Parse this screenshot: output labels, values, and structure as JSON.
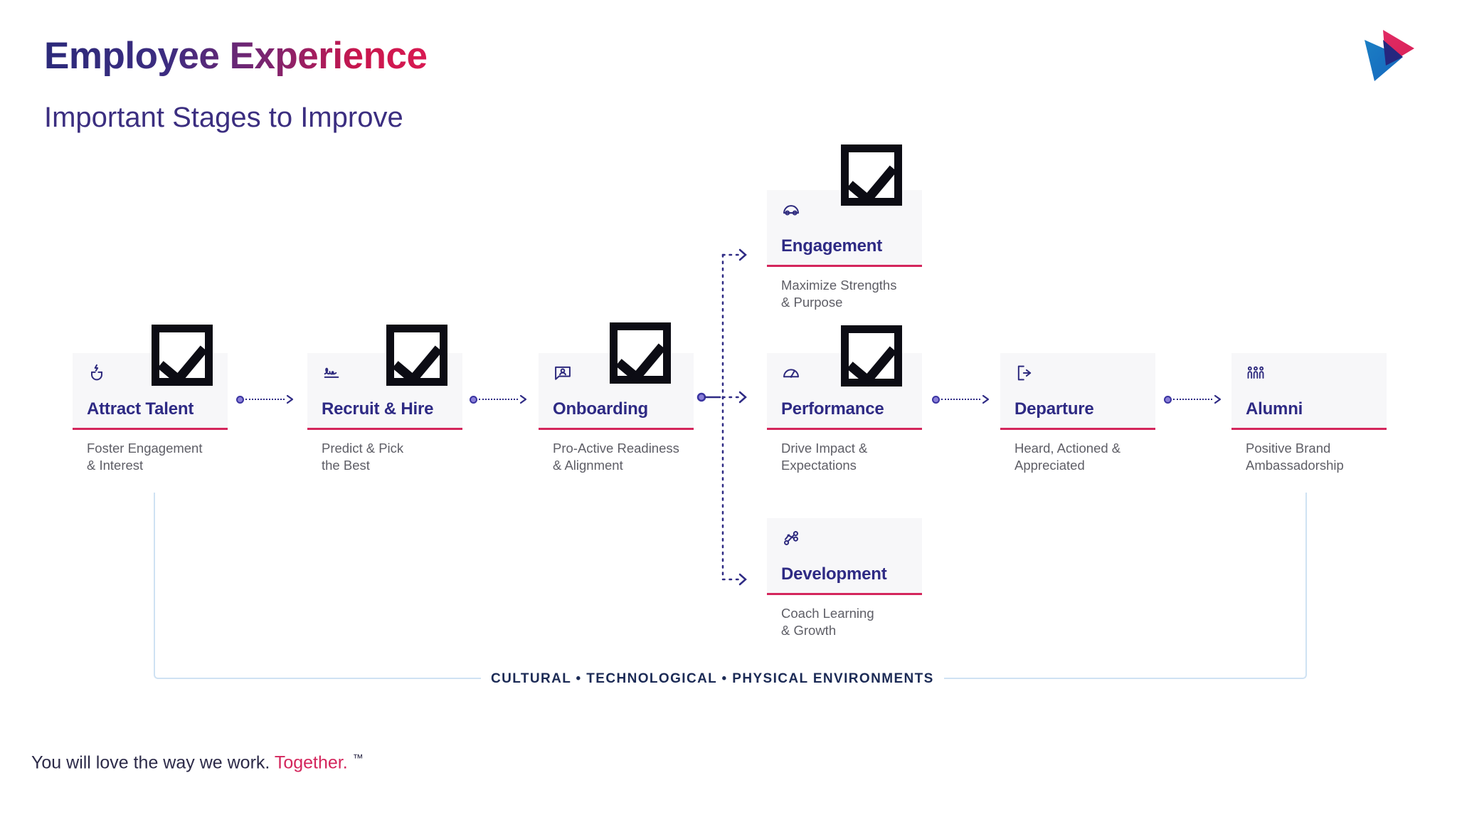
{
  "header": {
    "title": "Employee Experience",
    "subtitle": "Important Stages to Improve",
    "logo_name": "triangle-play-logo"
  },
  "colors": {
    "title_gradient_start": "#2c2a7a",
    "title_gradient_end": "#d81a52",
    "card_background": "#f7f7f9",
    "card_accent_underline": "#d4265c",
    "card_title": "#2e2a84",
    "card_description": "#5e5e66",
    "connector": "#2e2a84",
    "connector_dot_fill": "#8a7fd8",
    "bracket": "#cfe2f3",
    "env_label": "#1b2a55",
    "footer_text": "#2c2a48",
    "footer_accent": "#d4265c",
    "checkbox": "#0c0c14"
  },
  "stages": [
    {
      "id": "attract-talent",
      "title": "Attract Talent",
      "description": "Foster Engagement\n& Interest",
      "icon": "magnet-spark-icon",
      "has_checkmark": true
    },
    {
      "id": "recruit-hire",
      "title": "Recruit & Hire",
      "description": "Predict & Pick\nthe Best",
      "icon": "signature-icon",
      "has_checkmark": true
    },
    {
      "id": "onboarding",
      "title": "Onboarding",
      "description": "Pro-Active Readiness\n& Alignment",
      "icon": "id-badge-photo-icon",
      "has_checkmark": true
    },
    {
      "id": "engagement",
      "title": "Engagement",
      "description": "Maximize Strengths\n& Purpose",
      "icon": "engagement-arc-icon",
      "has_checkmark": true
    },
    {
      "id": "performance",
      "title": "Performance",
      "description": "Drive Impact &\nExpectations",
      "icon": "speedometer-icon",
      "has_checkmark": true
    },
    {
      "id": "development",
      "title": "Development",
      "description": "Coach Learning\n& Growth",
      "icon": "network-nodes-icon",
      "has_checkmark": false
    },
    {
      "id": "departure",
      "title": "Departure",
      "description": "Heard, Actioned &\nAppreciated",
      "icon": "exit-door-icon",
      "has_checkmark": false
    },
    {
      "id": "alumni",
      "title": "Alumni",
      "description": "Positive Brand\nAmbassadorship",
      "icon": "three-people-icon",
      "has_checkmark": false
    }
  ],
  "environments": {
    "label": "CULTURAL   •   TECHNOLOGICAL   •   PHYSICAL ENVIRONMENTS"
  },
  "footer": {
    "text_main": "You will love the way we work. ",
    "text_accent": "Together.",
    "trademark": "™"
  }
}
